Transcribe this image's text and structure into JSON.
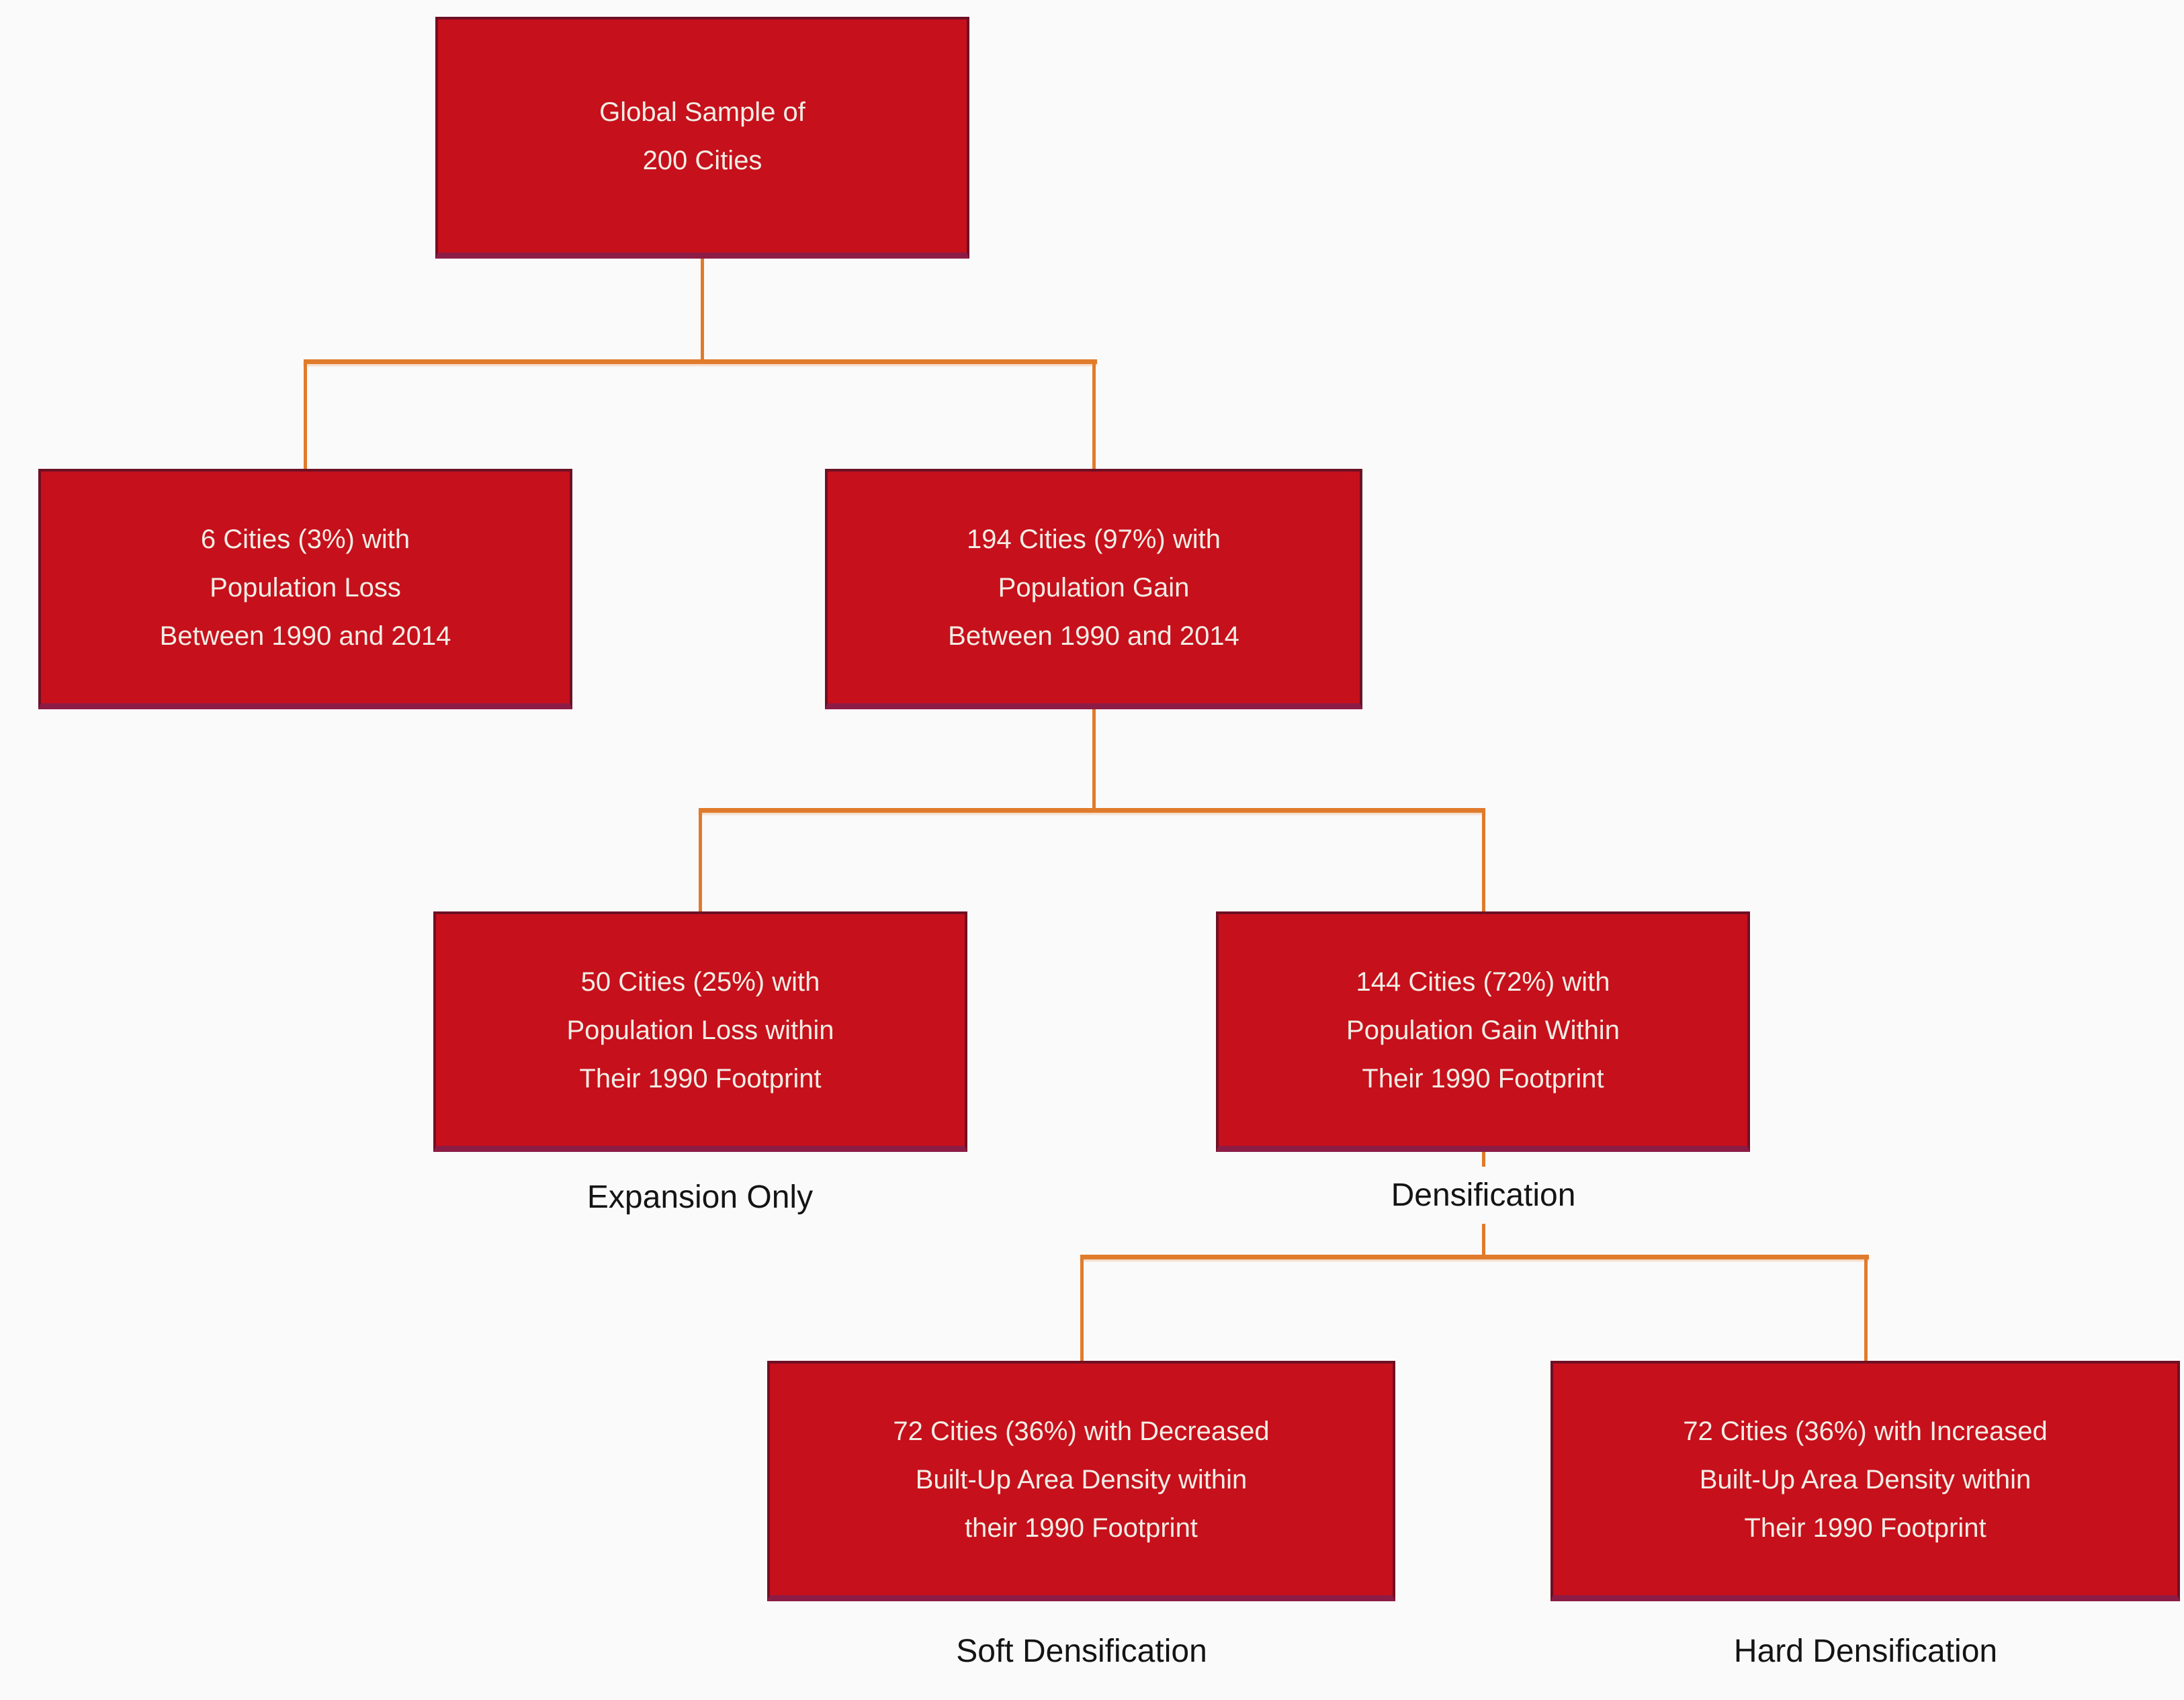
{
  "diagram": {
    "title_implicit": "City growth classification tree",
    "colors": {
      "box_fill": "#C6101C",
      "box_border": "#6E1024",
      "box_border_bottom": "#8C1C46",
      "box_text": "#F2EDE4",
      "connector": "#E07B2C",
      "label_text": "#141414",
      "background": "#FBFAFA"
    },
    "nodes": {
      "root": {
        "text": "Global Sample of\n200 Cities"
      },
      "population_loss": {
        "text": "6 Cities (3%) with\nPopulation Loss\nBetween 1990 and 2014"
      },
      "population_gain": {
        "text": "194 Cities (97%) with\nPopulation Gain\nBetween 1990 and 2014"
      },
      "expansion_only": {
        "text": "50 Cities (25%) with\nPopulation Loss within\nTheir 1990 Footprint",
        "label": "Expansion Only"
      },
      "densification": {
        "text": "144 Cities (72%) with\nPopulation Gain Within\nTheir 1990 Footprint",
        "label": "Densification"
      },
      "soft_densification": {
        "text": "72 Cities (36%) with Decreased\nBuilt-Up Area Density within\ntheir 1990 Footprint",
        "label": "Soft Densification"
      },
      "hard_densification": {
        "text": "72 Cities (36%) with Increased\nBuilt-Up Area Density within\nTheir 1990 Footprint",
        "label": "Hard Densification"
      }
    },
    "edges": [
      [
        "root",
        "population_loss"
      ],
      [
        "root",
        "population_gain"
      ],
      [
        "population_gain",
        "expansion_only"
      ],
      [
        "population_gain",
        "densification"
      ],
      [
        "densification",
        "soft_densification"
      ],
      [
        "densification",
        "hard_densification"
      ]
    ]
  }
}
